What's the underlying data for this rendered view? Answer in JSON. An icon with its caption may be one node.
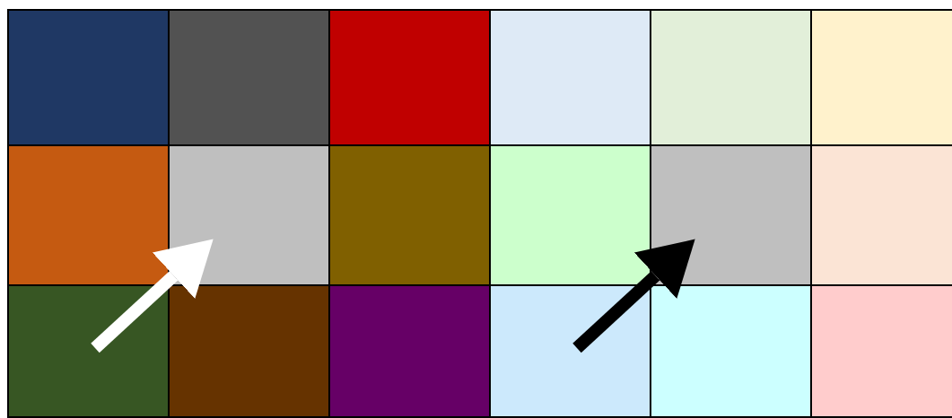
{
  "diagram": {
    "nodes": [
      {
        "text": [],
        "shape": "box"
      },
      {
        "text": [],
        "shape": "box"
      },
      {
        "text": [],
        "shape": "box"
      },
      {
        "text": [],
        "shape": "box"
      },
      {
        "text": [],
        "shape": "box"
      },
      {
        "text": [],
        "shape": "box"
      },
      {
        "text": [],
        "shape": "box"
      },
      {
        "text": [],
        "shape": "box"
      },
      {
        "text": [],
        "shape": "box"
      },
      {
        "text": [],
        "shape": "box"
      },
      {
        "text": [],
        "shape": "box"
      },
      {
        "text": [],
        "shape": "box"
      },
      {
        "text": [],
        "shape": "box"
      },
      {
        "text": [],
        "shape": "box"
      },
      {
        "text": [],
        "shape": "box"
      },
      {
        "text": [],
        "shape": "box"
      },
      {
        "text": [],
        "shape": "box"
      },
      {
        "text": [],
        "shape": "box"
      }
    ],
    "edges": [
      {
        "from": 12,
        "to": 7,
        "arrow": "to",
        "color": "#ffffff"
      },
      {
        "from": 15,
        "to": 10,
        "arrow": "to",
        "color": "#000000"
      }
    ]
  }
}
